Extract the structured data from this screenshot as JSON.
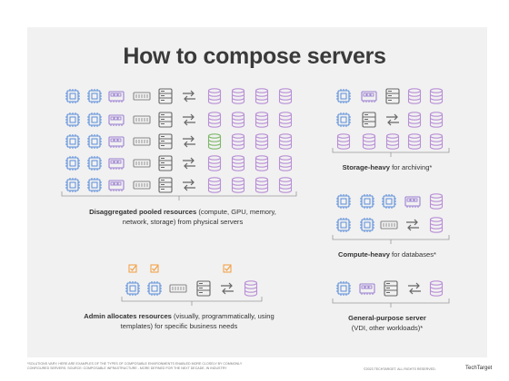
{
  "title": "How to compose servers",
  "captions": {
    "disaggregated": {
      "bold": "Disaggregated pooled resources",
      "rest": " (compute, GPU, memory, network, storage) from physical servers"
    },
    "admin": {
      "bold": "Admin allocates resources",
      "rest": " (visually, programmatically, using templates) for specific business needs"
    },
    "storage_heavy": {
      "bold": "Storage-heavy",
      "rest": " for archiving*"
    },
    "compute_heavy": {
      "bold": "Compute-heavy",
      "rest": " for databases*"
    },
    "general_purpose": {
      "bold": "General-purpose server",
      "rest": " (VDI, other workloads)*"
    }
  },
  "footer": {
    "note": "*Solutions vary; here are examples of the types of composable environments enabled more closely by commonly configured servers. Source: Composable infrastructure - more defined for the next decade, in industry",
    "copyright": "©2023 TechTarget. All rights reserved.",
    "logo": "TechTarget"
  },
  "colors": {
    "cpu": "#5b8dd9",
    "gpu": "#9b7fd1",
    "memory": "#888888",
    "network": "#666666",
    "storage": "#b98fd6",
    "storage_alt": "#7fb86b",
    "check": "#f39c3c",
    "panel": "#f1f1f1"
  },
  "icons": [
    "cpu-icon",
    "gpu-icon",
    "memory-icon",
    "server-icon",
    "network-icon",
    "storage-icon",
    "check-icon"
  ]
}
